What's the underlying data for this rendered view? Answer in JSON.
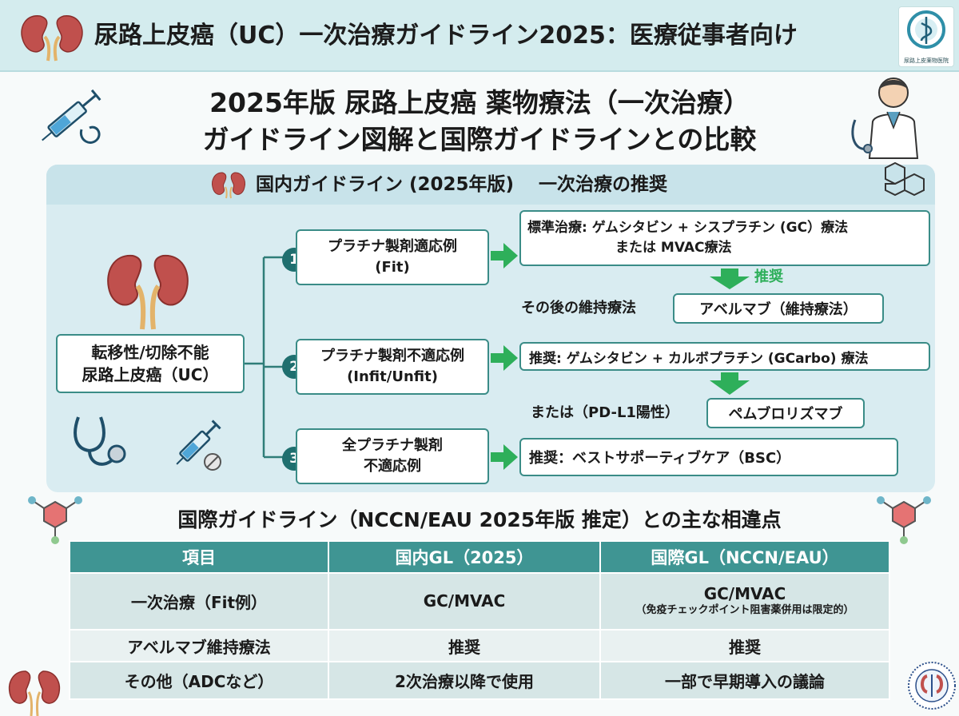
{
  "header": {
    "title": "尿路上皮癌（UC）一次治療ガイドライン2025：医療従事者向け",
    "logo_text": "尿路上皮薬物医院"
  },
  "main_title": {
    "line1": "2025年版 尿路上皮癌 薬物療法（一次治療）",
    "line2": "ガイドライン図解と国際ガイドラインとの比較"
  },
  "domestic": {
    "heading": "国内ガイドライン (2025年版)　 一次治療の推奨",
    "root": {
      "line1": "転移性/切除不能",
      "line2": "尿路上皮癌（UC）"
    },
    "branches": [
      {
        "number": "1",
        "line1": "プラチナ製剤適応例",
        "line2": "(Fit)",
        "result_line1": "標準治療: ゲムシタビン + シスプラチン (GC）療法",
        "result_line2": "または MVAC療法",
        "recommend_label": "推奨",
        "maintenance_label": "その後の維持療法",
        "maintenance_value": "アベルマブ（維持療法）"
      },
      {
        "number": "2",
        "line1": "プラチナ製剤不適応例",
        "line2": "(Infit/Unfit)",
        "result_line1": "推奨: ゲムシタビン + カルボプラチン (GCarbo) 療法",
        "alt_label": "または（PD-L1陽性）",
        "alt_value": "ペムブロリズマブ"
      },
      {
        "number": "3",
        "line1": "全プラチナ製剤",
        "line2": "不適応例",
        "result_line1": "推奨：ベストサポーティブケア（BSC）"
      }
    ]
  },
  "comparison": {
    "heading": "国際ガイドライン（NCCN/EAU 2025年版 推定）との主な相違点",
    "columns": [
      "項目",
      "国内GL（2025）",
      "国際GL（NCCN/EAU）"
    ],
    "rows": [
      {
        "item": "一次治療（Fit例）",
        "domestic": "GC/MVAC",
        "international": "GC/MVAC",
        "international_note": "（免疫チェックポイント阻害薬併用は限定的）"
      },
      {
        "item": "アベルマブ維持療法",
        "domestic": "推奨",
        "international": "推奨"
      },
      {
        "item": "その他（ADCなど）",
        "domestic": "2次治療以降で使用",
        "international": "一部で早期導入の議論"
      }
    ]
  },
  "icons": [
    "kidney-icon",
    "syringe-icon",
    "doctor-icon",
    "stethoscope-icon",
    "molecule-icon",
    "hospital-logo-icon",
    "seal-icon"
  ],
  "colors": {
    "header_bg": "#d4ecee",
    "panel_bg": "#d9ecf1",
    "box_border": "#3a8c87",
    "arrow_green": "#2eaf5a",
    "table_header": "#3f9593",
    "kidney": "#c0504d"
  }
}
